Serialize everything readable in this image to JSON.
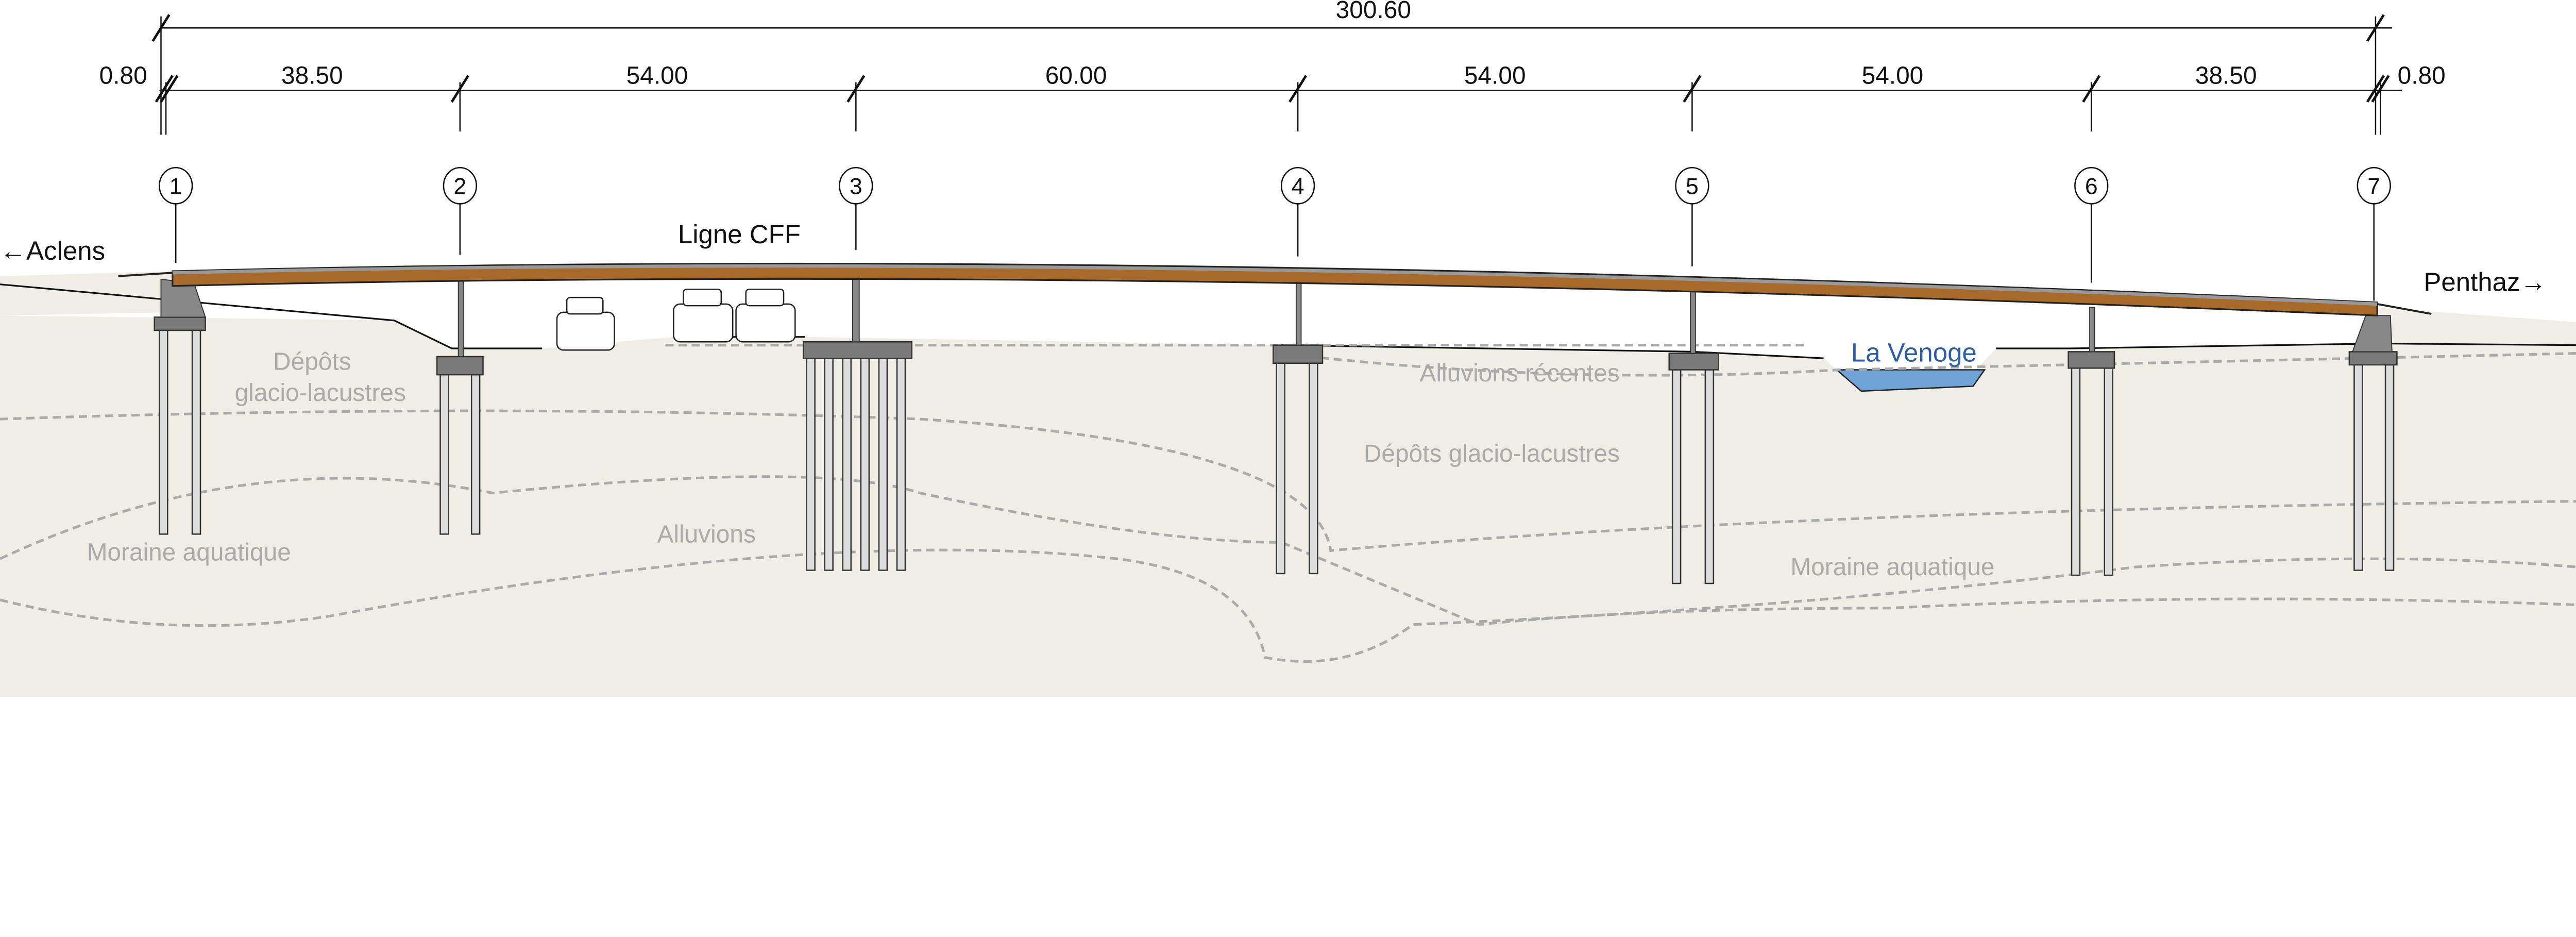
{
  "dimensions": {
    "total": "300.60",
    "spans": [
      "0.80",
      "38.50",
      "54.00",
      "60.00",
      "54.00",
      "54.00",
      "38.50",
      "0.80"
    ]
  },
  "axes": [
    "1",
    "2",
    "3",
    "4",
    "5",
    "6",
    "7"
  ],
  "labels": {
    "left_direction": "←Aclens",
    "right_direction": "Penthaz→",
    "railway": "Ligne CFF",
    "river": "La Venoge"
  },
  "geology": {
    "depots_left_1": "Dépôts",
    "depots_left_2": "glacio-lacustres",
    "moraine_left": "Moraine aquatique",
    "alluvions": "Alluvions",
    "alluvions_recentes": "Alluvions récentes",
    "depots_center": "Dépôts glacio-lacustres",
    "moraine_right": "Moraine aquatique"
  },
  "colors": {
    "deck": "#a86a2a",
    "ground": "#efede6",
    "river": "#6fa3d8",
    "river_label": "#2a5ea8",
    "geology_label": "#aaaaaa"
  }
}
